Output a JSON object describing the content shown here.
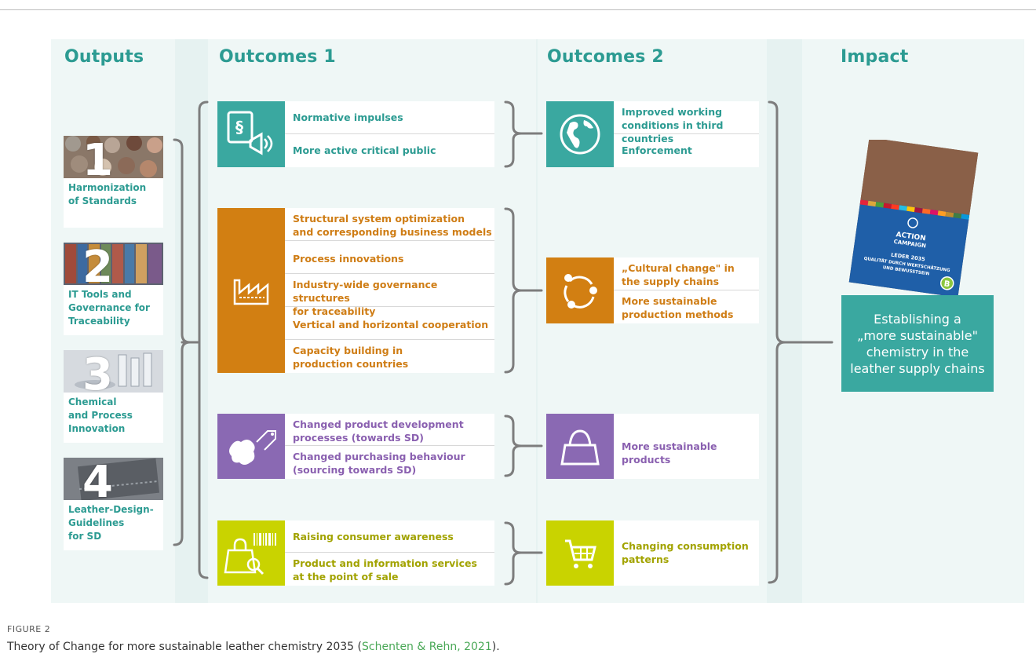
{
  "columns": {
    "outputs": "Outputs",
    "outcomes1": "Outcomes 1",
    "outcomes2": "Outcomes 2",
    "impact": "Impact"
  },
  "outputs": [
    {
      "number": "1",
      "label": "Harmonization\nof Standards"
    },
    {
      "number": "2",
      "label": "IT Tools and\nGovernance for\nTraceability"
    },
    {
      "number": "3",
      "label": "Chemical\nand Process\nInnovation"
    },
    {
      "number": "4",
      "label": "Leather-Design-\nGuidelines\nfor SD"
    }
  ],
  "outcomes1": {
    "teal": [
      "Normative impulses",
      "More active critical public"
    ],
    "orange": [
      "Structural system optimization\nand corresponding business models",
      "Process innovations",
      "Industry-wide governance structures\nfor traceability",
      "Vertical and horizontal cooperation",
      "Capacity building in\nproduction countries"
    ],
    "purple": [
      "Changed product development\nprocesses (towards SD)",
      "Changed purchasing behaviour\n(sourcing towards SD)"
    ],
    "lime": [
      "Raising consumer awareness",
      "Product and information services\nat the point of sale"
    ]
  },
  "outcomes2": {
    "teal": [
      "Improved working\nconditions in third countries",
      "Enforcement"
    ],
    "orange": [
      "„Cultural change\" in\nthe supply chains",
      "More sustainable\nproduction methods"
    ],
    "purple": [
      "More sustainable products"
    ],
    "lime": [
      "Changing consumption\npatterns"
    ]
  },
  "impact": {
    "statement": "Establishing a\n„more sustainable\"\nchemistry in the\nleather supply chains",
    "cover_title": "ACTION\nCAMPAIGN",
    "cover_subtitle": "LEDER 2035\nQUALITÄT DURCH WERTSCHÄTZUNG\nUND BEWUSSTSEIN",
    "cover_badge": "B"
  },
  "caption": {
    "label": "FIGURE 2",
    "text_before": "Theory of Change for more sustainable leather chemistry 2035 (",
    "citation": "Schenten & Rehn, 2021",
    "text_after": ")."
  },
  "colors": {
    "teal": "#3aa8a0",
    "orange": "#d27f12",
    "purple": "#8a69b3",
    "lime": "#c9d300",
    "heading": "#2c9b92"
  }
}
